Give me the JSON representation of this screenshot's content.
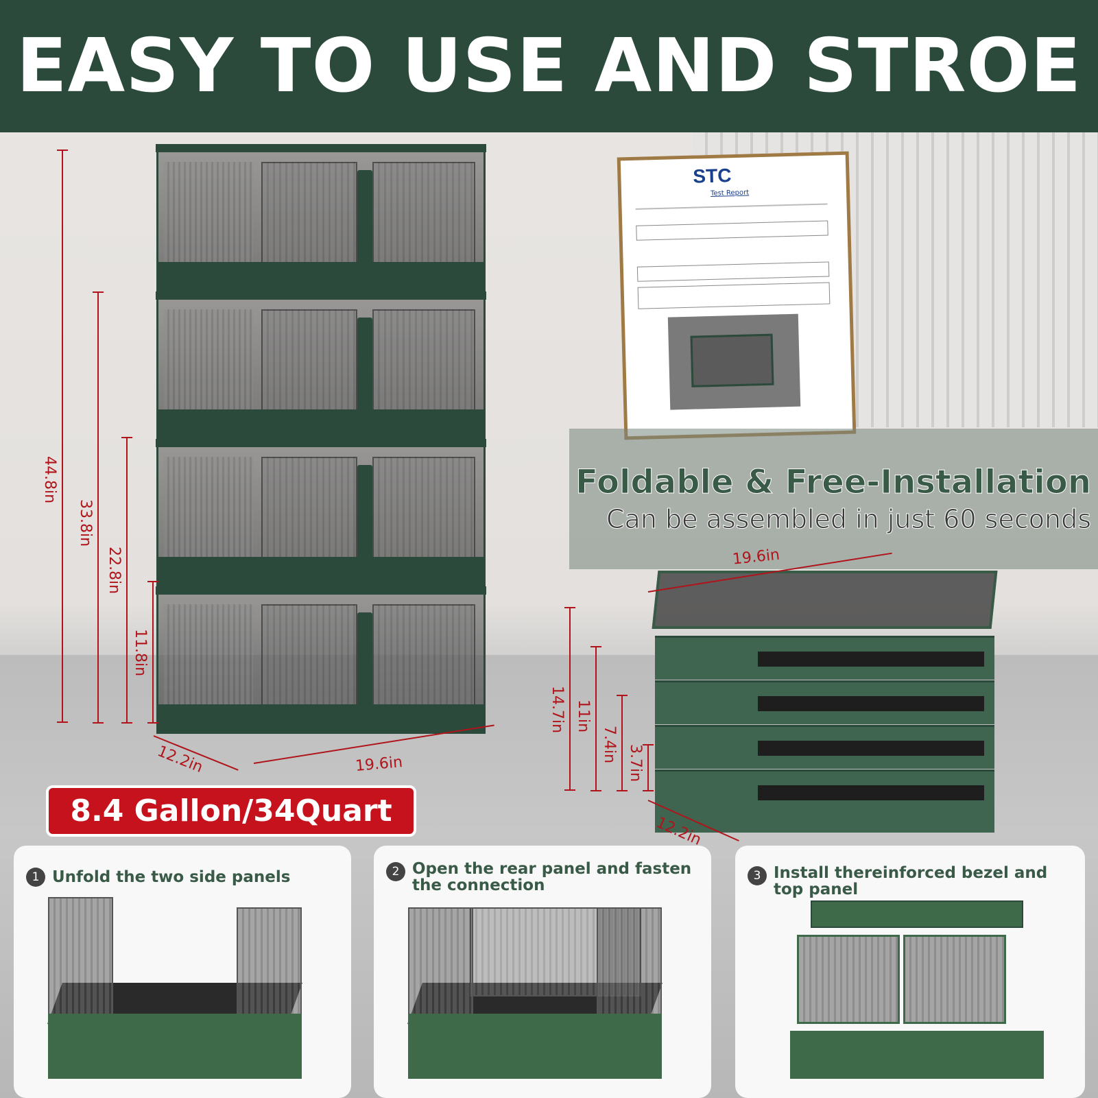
{
  "banner": {
    "title": "EASY TO USE AND STROE"
  },
  "dimensions": {
    "tower_heights": [
      "44.8in",
      "33.8in",
      "22.8in",
      "11.8in"
    ],
    "tower_depth": "12.2in",
    "tower_width": "19.6in",
    "folded_heights": [
      "14.7in",
      "11in",
      "7.4in",
      "3.7in"
    ],
    "folded_width": "19.6in",
    "folded_depth": "12.2in"
  },
  "certificate": {
    "logo": "STC",
    "subtitle": "Test Report"
  },
  "foldable": {
    "title": "Foldable & Free-Installation",
    "subtitle": "Can be assembled in just 60 seconds"
  },
  "capacity": {
    "label": "8.4 Gallon/34Quart"
  },
  "steps": [
    {
      "number": "1",
      "text": "Unfold the two side panels"
    },
    {
      "number": "2",
      "text": "Open the rear panel and fasten the connection"
    },
    {
      "number": "3",
      "text": "Install thereinforced bezel and top panel"
    }
  ],
  "colors": {
    "brand_green": "#2c4a3c",
    "dimension_red": "#b0141a",
    "badge_red": "#c6121c"
  }
}
